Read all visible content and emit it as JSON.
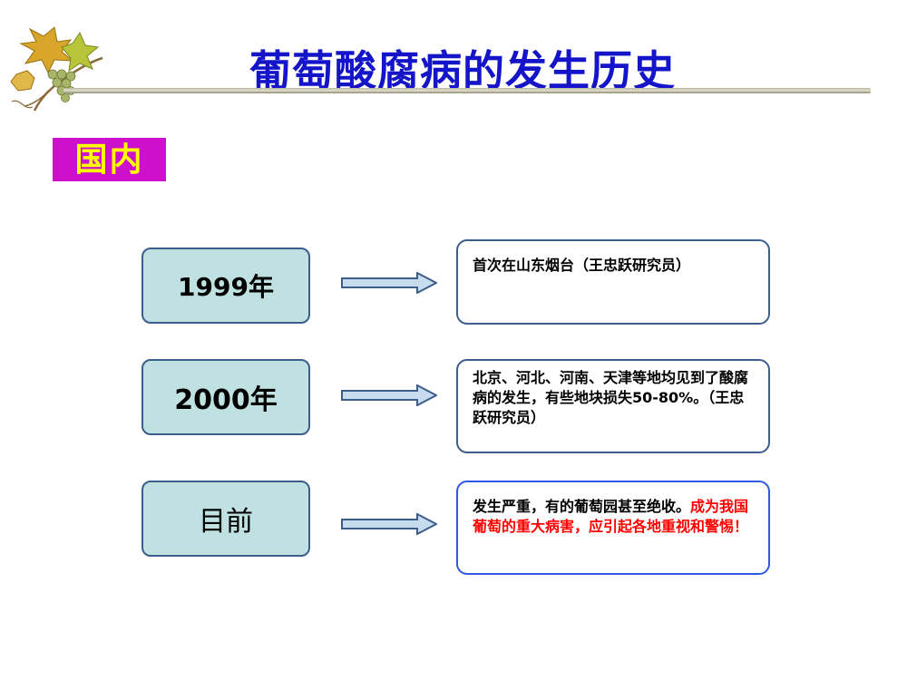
{
  "title": "葡萄酸腐病的发生历史",
  "badge": "国内",
  "timeline": [
    {
      "period": "1999年",
      "description": "首次在山东烟台（王忠跃研究员）"
    },
    {
      "period": "2000年",
      "description": "北京、河北、河南、天津等地均见到了酸腐病的发生，有些地块损失50-80%。（王忠跃研究员）"
    },
    {
      "period": "目前",
      "description_black": "发生严重，有的葡萄园甚至绝收。",
      "description_red": "成为我国葡萄的重大病害，应引起各地重视和警惕！"
    }
  ],
  "colors": {
    "title": "#1414c8",
    "badge_bg": "#cc10cc",
    "badge_text": "#ffff00",
    "year_box_bg": "#bfe1e1",
    "box_border": "#3d5e8c",
    "arrow_fill": "#c8dcf0",
    "highlight": "#ff0000"
  }
}
